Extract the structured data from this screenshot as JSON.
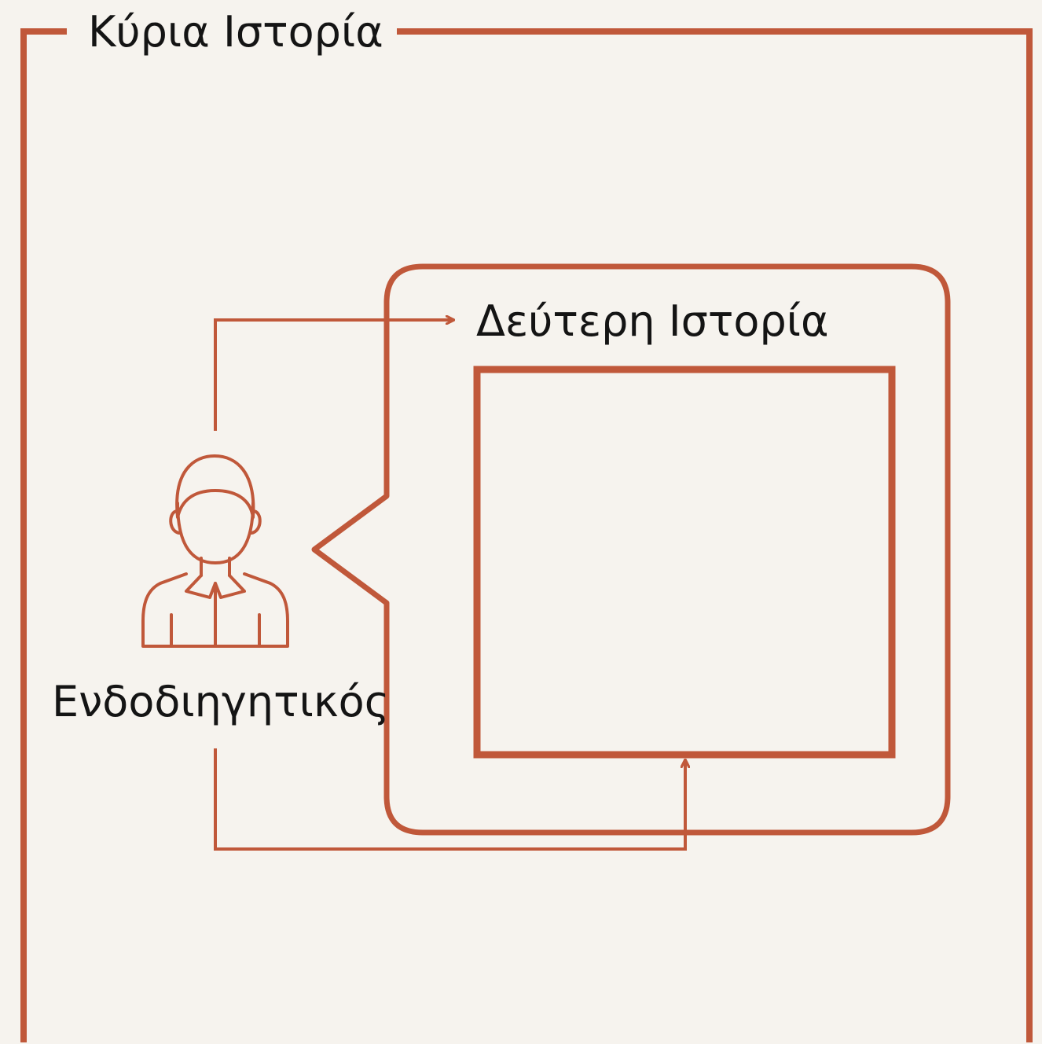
{
  "diagram": {
    "main_story": {
      "title": "Κύρια Ιστορία"
    },
    "second_story": {
      "title": "Δεύτερη Ιστορία"
    },
    "narrator": {
      "label": "Ενδοδιηγητικός",
      "icon": "person-icon"
    },
    "colors": {
      "background": "#f6f3ee",
      "stroke": "#c0583a",
      "text": "#141414"
    }
  }
}
